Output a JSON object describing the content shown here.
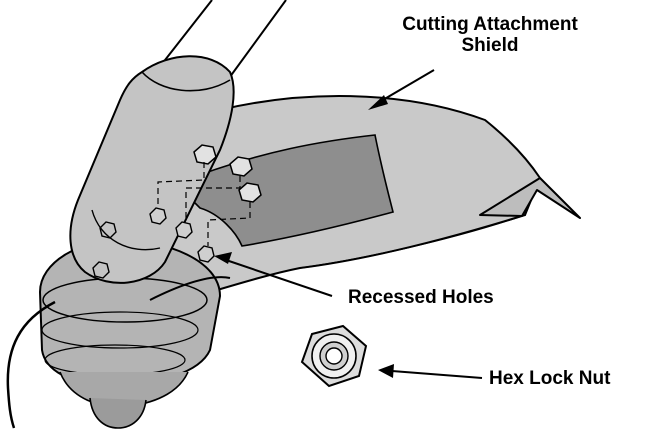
{
  "labels": {
    "shield_line1": "Cutting Attachment",
    "shield_line2": "Shield",
    "recessed_holes": "Recessed Holes",
    "hex_lock_nut": "Hex Lock Nut"
  },
  "colors": {
    "shield_fill": "#c9c9c9",
    "recess_fill": "#8e8e8e",
    "housing_fill": "#b4b4b4",
    "line": "#000000",
    "background": "#ffffff"
  },
  "icons": [
    "cutting-attachment-shield",
    "hex-lock-nut",
    "trimmer-shaft",
    "gear-housing"
  ]
}
